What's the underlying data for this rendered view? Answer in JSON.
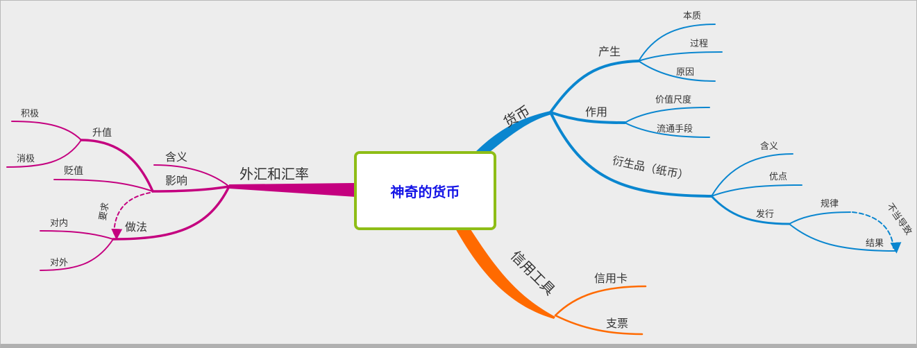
{
  "center": {
    "label": "神奇的货币"
  },
  "colors": {
    "money": "#0a86cf",
    "credit": "#ff6a00",
    "forex": "#c4007f",
    "center_border": "#8ebd16",
    "center_text": "#1414e6"
  },
  "money": {
    "label": "货币",
    "origin": {
      "label": "产生",
      "children": [
        "本质",
        "过程",
        "原因"
      ]
    },
    "function": {
      "label": "作用",
      "children": [
        "价值尺度",
        "流通手段"
      ]
    },
    "derivative": {
      "label": "衍生品（纸币）",
      "children": [
        "含义",
        "优点"
      ],
      "issue": {
        "label": "发行",
        "children": [
          "规律",
          "结果"
        ],
        "relation": "不当导致"
      }
    }
  },
  "credit": {
    "label": "信用工具",
    "children": [
      "信用卡",
      "支票"
    ]
  },
  "forex": {
    "label": "外汇和汇率",
    "meaning": "含义",
    "impact": {
      "label": "影响",
      "appreciation": {
        "label": "升值",
        "children": [
          "积极",
          "消极"
        ]
      },
      "depreciation": "贬值"
    },
    "practice": {
      "label": "做法",
      "children": [
        "对内",
        "对外"
      ]
    },
    "relation": "要求"
  }
}
